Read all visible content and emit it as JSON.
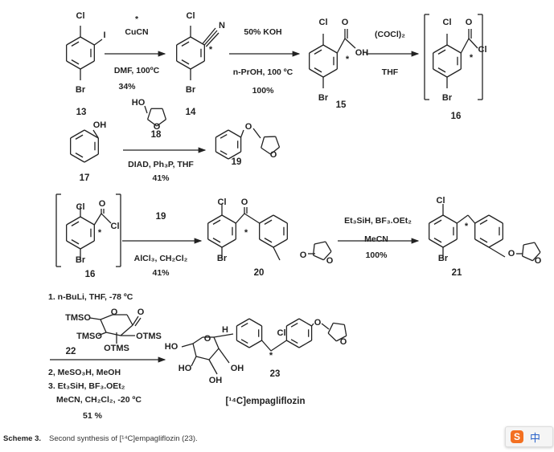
{
  "step1": {
    "star": "*",
    "reagent": "CuCN",
    "conditions": "DMF, 100ºC",
    "yield": "34%"
  },
  "step2": {
    "reagent": "50% KOH",
    "conditions": "n-PrOH, 100 ºC",
    "yield": "100%"
  },
  "step3": {
    "reagent": "(COCl)₂",
    "solvent": "THF"
  },
  "step4": {
    "reagent_label": "18",
    "conditions": "DIAD, Ph₃P, THF",
    "yield": "41%"
  },
  "step5": {
    "reagent_label": "19",
    "conditions": "AlCl₃, CH₂Cl₂",
    "yield": "41%"
  },
  "step6": {
    "reagent": "Et₃SiH, BF₃.OEt₂",
    "solvent": "MeCN",
    "yield": "100%"
  },
  "step7": {
    "line1": "1. n-BuLi, THF, -78 ºC",
    "reagent_label": "22",
    "line2": "2, MeSO₃H, MeOH",
    "line3": "3. Et₃SiH, BF₃.OEt₂",
    "line4": "MeCN, CH₂Cl₂, -20 ºC",
    "yield": "51 %"
  },
  "atoms": {
    "Cl": "Cl",
    "I": "I",
    "Br": "Br",
    "N": "N",
    "O": "O",
    "OH": "OH",
    "HO": "HO",
    "H": "H",
    "star": "*",
    "TMSO": "TMSO",
    "OTMS": "OTMS"
  },
  "compounds": {
    "c13": "13",
    "c14": "14",
    "c15": "15",
    "c16": "16",
    "c17": "17",
    "c18": "18",
    "c19": "19",
    "c20": "20",
    "c21": "21",
    "c22": "22",
    "c23": "23"
  },
  "product_name": "[¹⁴C]empagliflozin",
  "caption": {
    "label": "Scheme 3.",
    "text": "Second synthesis of [¹⁴C]empagliflozin (23)."
  },
  "ime": {
    "logo": "S",
    "lang": "中"
  }
}
